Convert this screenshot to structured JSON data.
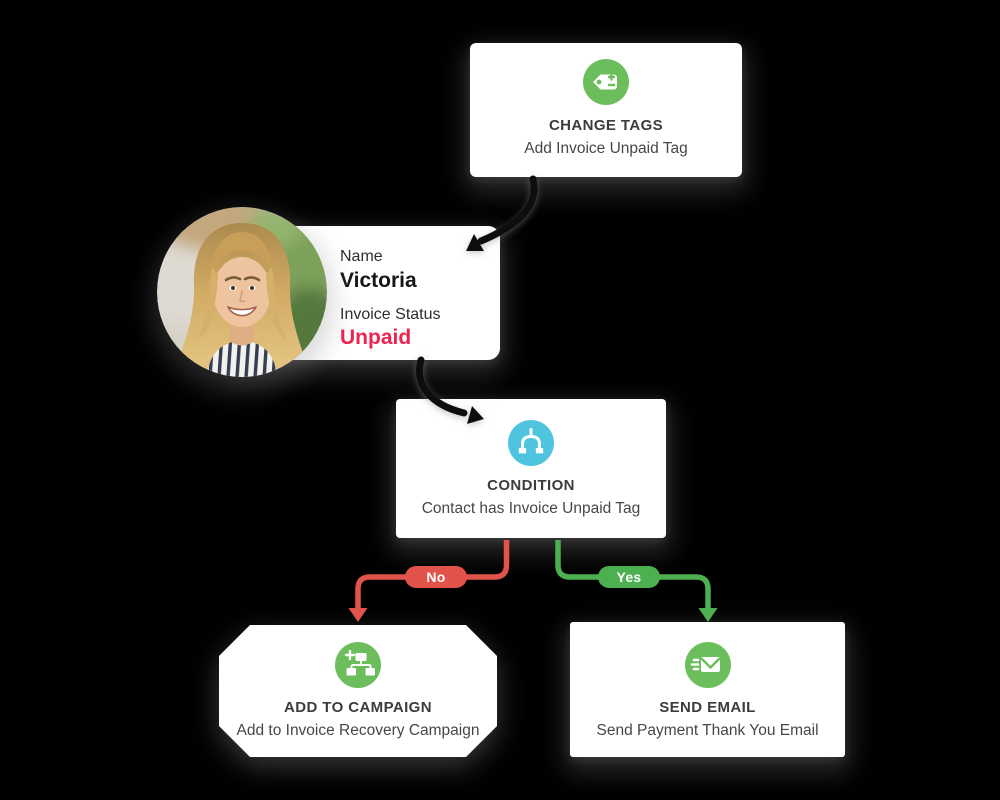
{
  "page": {
    "background": "#000000"
  },
  "colors": {
    "node_green": "#6cbe5d",
    "condition_cyan": "#4fc4de",
    "no_red": "#e2544b",
    "yes_green": "#4caf50",
    "unpaid_red": "#ee2350",
    "title_text": "#3c3c3c",
    "subtitle_text": "#474747",
    "arrow_black": "#0d0d0d"
  },
  "nodes": {
    "change_tags": {
      "title": "CHANGE TAGS",
      "subtitle": "Add Invoice Unpaid Tag",
      "icon": "tag-plus-minus-icon"
    },
    "contact_card": {
      "name_label": "Name",
      "name_value": "Victoria",
      "status_label": "Invoice Status",
      "status_value": "Unpaid",
      "photo": "woman-portrait-photo"
    },
    "condition": {
      "title": "CONDITION",
      "subtitle": "Contact has Invoice Unpaid Tag",
      "icon": "split-branch-icon"
    },
    "add_to_campaign": {
      "title": "ADD TO CAMPAIGN",
      "subtitle": "Add to Invoice Recovery Campaign",
      "icon": "sitemap-plus-icon"
    },
    "send_email": {
      "title": "SEND EMAIL",
      "subtitle": "Send Payment Thank You Email",
      "icon": "speeding-envelope-icon"
    }
  },
  "branches": {
    "no": {
      "label": "No"
    },
    "yes": {
      "label": "Yes"
    }
  }
}
